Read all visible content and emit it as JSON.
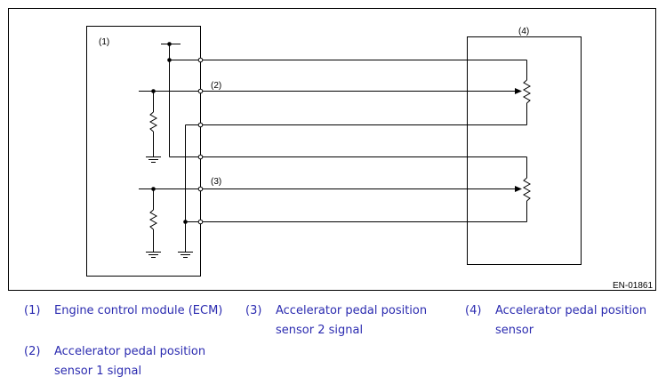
{
  "diagram": {
    "labels": {
      "ecm": "(1)",
      "signal1": "(2)",
      "signal2": "(3)",
      "sensor": "(4)"
    },
    "code": "EN-01861"
  },
  "legend": [
    {
      "num": "(1)",
      "line1": "Engine control module (ECM)",
      "line2": ""
    },
    {
      "num": "(2)",
      "line1": "Accelerator pedal position",
      "line2": "sensor 1 signal"
    },
    {
      "num": "(3)",
      "line1": "Accelerator pedal position",
      "line2": "sensor 2 signal"
    },
    {
      "num": "(4)",
      "line1": "Accelerator pedal position",
      "line2": "sensor"
    }
  ]
}
